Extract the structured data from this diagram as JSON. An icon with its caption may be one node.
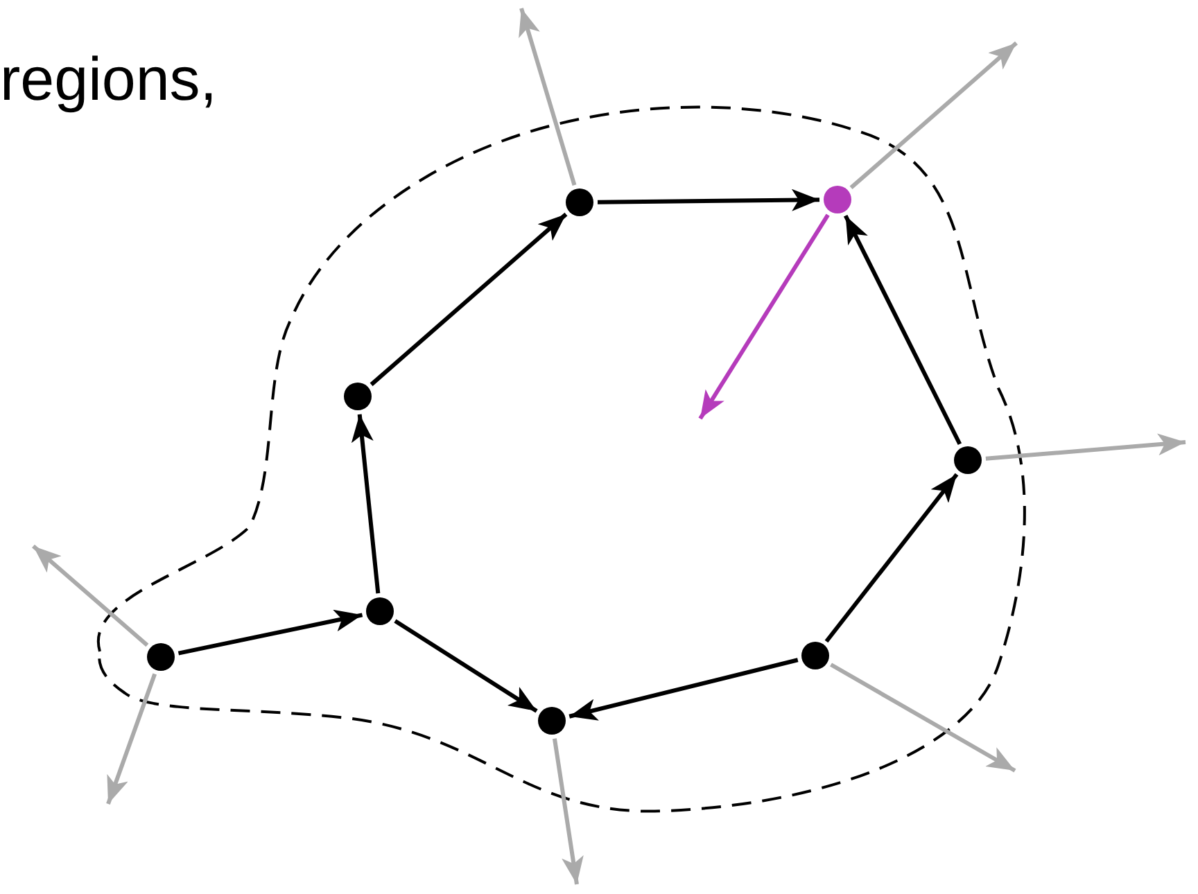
{
  "diagram": {
    "nodes": [
      {
        "text": [],
        "shape": "circle"
      },
      {
        "text": [],
        "shape": "circle"
      },
      {
        "text": [],
        "shape": "circle"
      },
      {
        "text": [],
        "shape": "circle"
      },
      {
        "text": [],
        "shape": "circle"
      },
      {
        "text": [],
        "shape": "circle"
      },
      {
        "text": [],
        "shape": "circle"
      },
      {
        "text": [],
        "shape": "circle"
      }
    ],
    "edges": [
      {
        "from": 0,
        "to": 1,
        "arrow": "to"
      },
      {
        "from": 1,
        "to": 3,
        "arrow": "to"
      },
      {
        "from": 3,
        "to": 4,
        "arrow": "to"
      },
      {
        "from": 4,
        "to": 5,
        "arrow": "to"
      },
      {
        "from": 1,
        "to": 2,
        "arrow": "to"
      },
      {
        "from": 7,
        "to": 2,
        "arrow": "to"
      },
      {
        "from": 7,
        "to": 6,
        "arrow": "to"
      },
      {
        "from": 6,
        "to": 5,
        "arrow": "to"
      },
      {
        "from": 5,
        "to": null,
        "arrow": "to",
        "color": "#b53bbb"
      },
      {
        "from": 0,
        "to": null,
        "arrow": "to",
        "color": "#aaaaaa"
      },
      {
        "from": 0,
        "to": null,
        "arrow": "to",
        "color": "#aaaaaa"
      },
      {
        "from": 2,
        "to": null,
        "arrow": "to",
        "color": "#aaaaaa"
      },
      {
        "from": 4,
        "to": null,
        "arrow": "to",
        "color": "#aaaaaa"
      },
      {
        "from": 5,
        "to": null,
        "arrow": "to",
        "color": "#aaaaaa"
      },
      {
        "from": 6,
        "to": null,
        "arrow": "to",
        "color": "#aaaaaa"
      },
      {
        "from": 7,
        "to": null,
        "arrow": "to",
        "color": "#aaaaaa"
      }
    ],
    "labels": [
      "regions,"
    ]
  }
}
